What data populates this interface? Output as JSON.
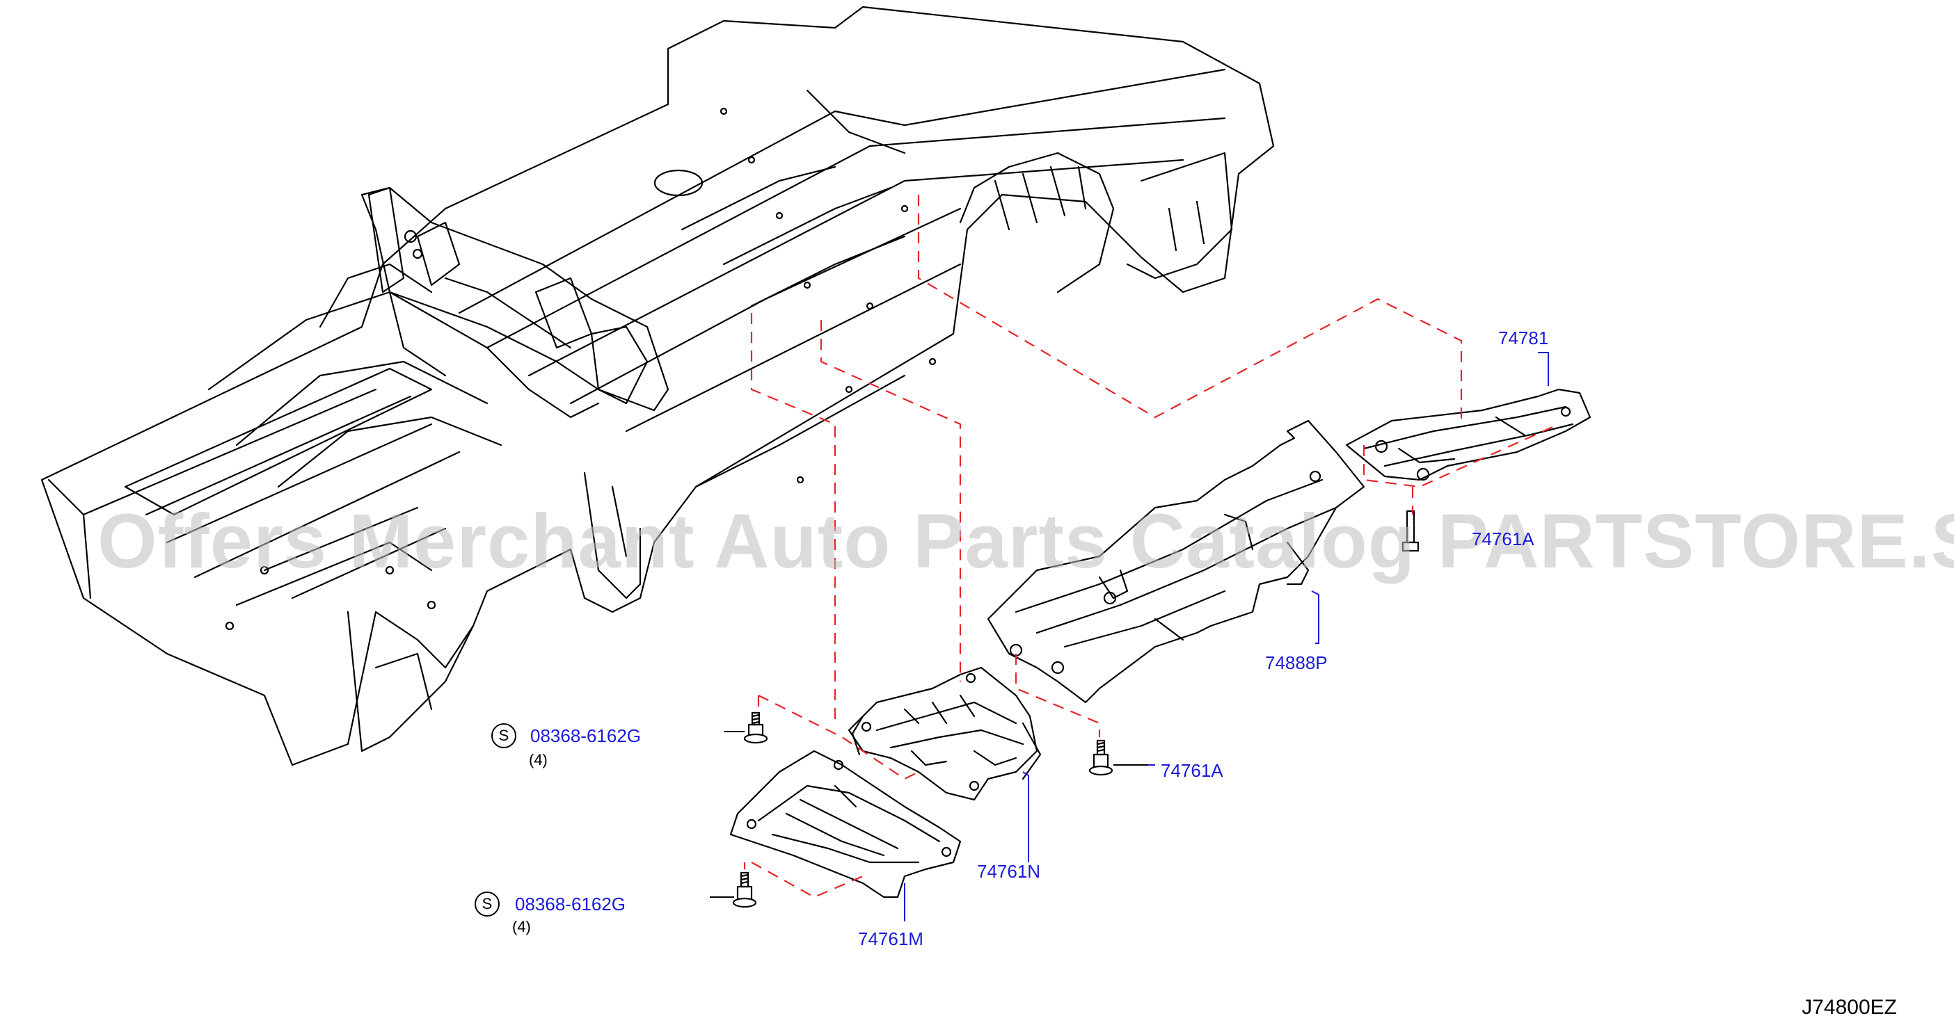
{
  "diagram": {
    "code": "J74800EZ",
    "watermark": "Offers Merchant Auto Parts Catalog PARTSTORE.SA",
    "colors": {
      "line_art": "#000000",
      "guide_lines": "#e8242a",
      "part_numbers": "#1a1adb",
      "watermark": "#bebebe"
    },
    "callouts": [
      {
        "id": "74781",
        "label": "74781"
      },
      {
        "id": "74761A-upper",
        "label": "74761A"
      },
      {
        "id": "74888P",
        "label": "74888P"
      },
      {
        "id": "74761A-lower",
        "label": "74761A"
      },
      {
        "id": "74761N",
        "label": "74761N"
      },
      {
        "id": "74761M",
        "label": "74761M"
      }
    ],
    "standard_parts": [
      {
        "id": "bolt-upper",
        "symbol": "S",
        "label": "08368-6162G",
        "qty": "(4)"
      },
      {
        "id": "bolt-lower",
        "symbol": "S",
        "label": "08368-6162G",
        "qty": "(4)"
      }
    ]
  }
}
